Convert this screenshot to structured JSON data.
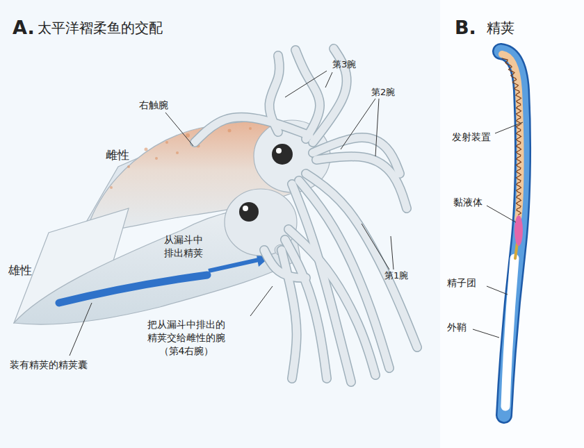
{
  "diagram": {
    "labels": [
      "A.",
      "太平洋褶柔鱼的交配",
      "B.",
      "精荚",
      "第3腕",
      "右触腕",
      "第2腕",
      "雌性",
      "从漏斗中 排出精荚",
      "第1腕",
      "雄性",
      "把从漏斗中排出的 精荚交给雌性的腕 （第4右腕）",
      "装有精荚的精荚囊",
      "发射装置",
      "黏液体",
      "精子团",
      "外鞘"
    ]
  }
}
